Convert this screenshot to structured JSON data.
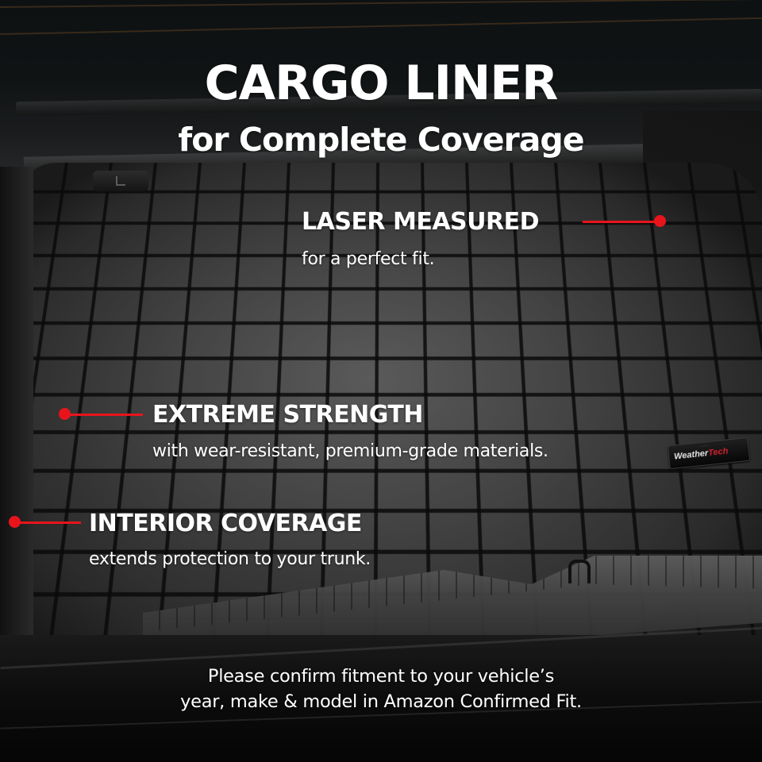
{
  "theme": {
    "accent": "#e8141c",
    "text": "#ffffff"
  },
  "headline": {
    "title": "CARGO LINER",
    "subtitle": "for Complete Coverage"
  },
  "features": [
    {
      "heading": "LASER MEASURED",
      "description": "for a perfect fit."
    },
    {
      "heading": "EXTREME STRENGTH",
      "description": "with wear-resistant, premium-grade materials."
    },
    {
      "heading": "INTERIOR COVERAGE",
      "description": "extends protection to your trunk."
    }
  ],
  "badge": {
    "brand_part1": "Weather",
    "brand_part2": "Tech"
  },
  "disclaimer": {
    "line1": "Please confirm fitment to your vehicle’s",
    "line2": "year, make & model in Amazon Confirmed Fit."
  },
  "icons": {
    "callout": "red-dot-callout",
    "seat_latch": "seat-release-icon"
  }
}
